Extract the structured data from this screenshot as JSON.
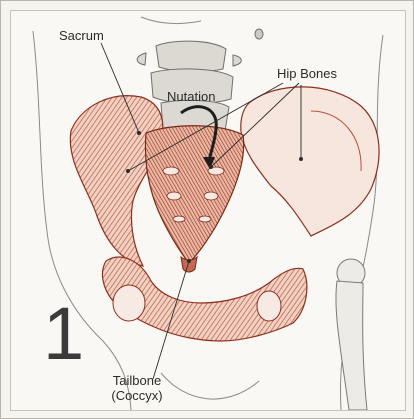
{
  "labels": {
    "sacrum": "Sacrum",
    "nutation": "Nutation",
    "hip_bones": "Hip Bones",
    "tailbone_line1": "Tailbone",
    "tailbone_line2": "(Coccyx)"
  },
  "figure_number": "1",
  "colors": {
    "bone_fill": "#f2d8cc",
    "bone_shade": "#b8513a",
    "bone_dark": "#8e2f1d",
    "outline": "#6b6b6b",
    "spine_fill": "#d9d6cf",
    "leader_line": "#2b2b2b"
  }
}
